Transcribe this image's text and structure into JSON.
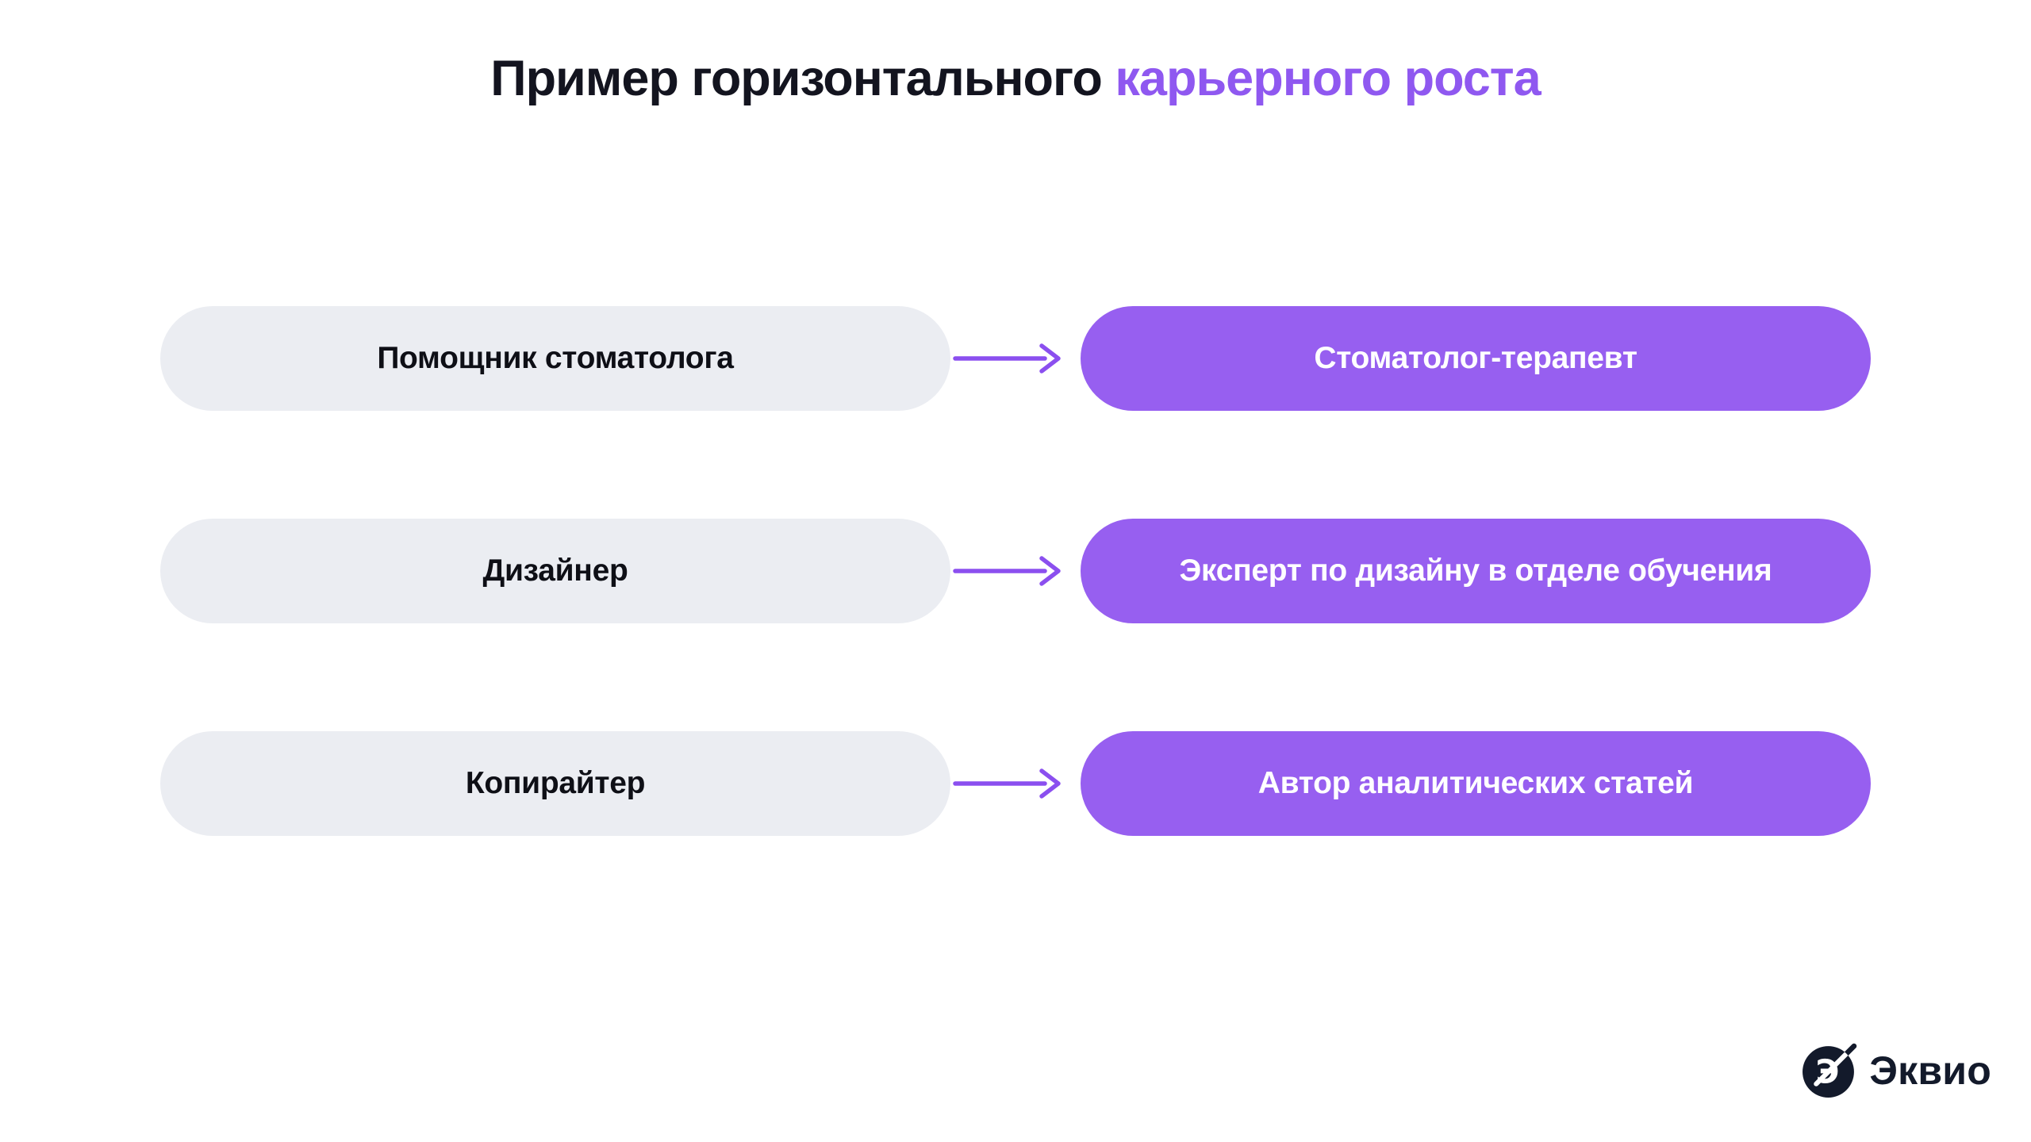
{
  "title": {
    "prefix": "Пример горизонтального ",
    "accent": "карьерного роста"
  },
  "rows": [
    {
      "from": "Помощник стоматолога",
      "to": "Стоматолог-терапевт"
    },
    {
      "from": "Дизайнер",
      "to": "Эксперт по дизайну в отделе обучения"
    },
    {
      "from": "Копирайтер",
      "to": "Автор аналитических статей"
    }
  ],
  "logo": {
    "label": "Эквио",
    "icon": "equeo-logo-icon"
  },
  "icons": {
    "arrow": "arrow-right-icon"
  },
  "colors": {
    "background": "#ffffff",
    "title_dark": "#13141f",
    "title_accent": "#8f58f0",
    "pill_gray": "#ebedf2",
    "pill_gray_text": "#0e0f16",
    "pill_purple": "#975ff0",
    "pill_purple_text": "#ffffff",
    "arrow_purple": "#8b4fef",
    "logo_navy": "#131a2b"
  }
}
